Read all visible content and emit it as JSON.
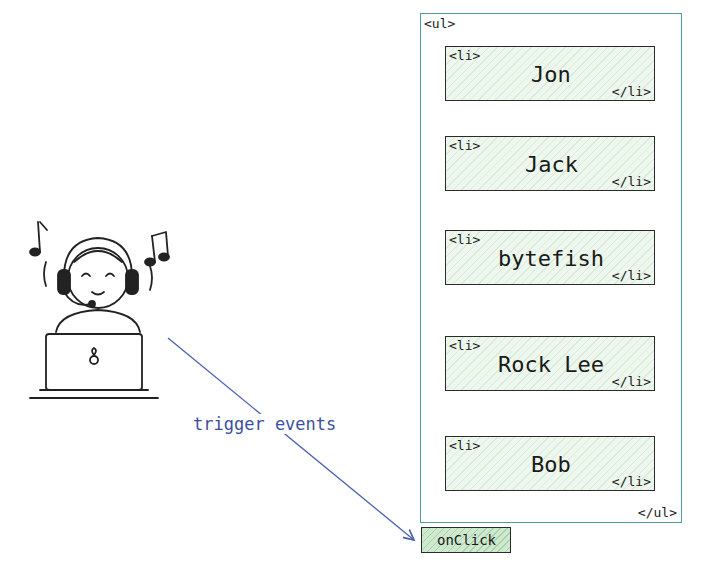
{
  "diagram": {
    "nodes": [
      {
        "text": [
          "<ul>",
          "</ul>"
        ]
      },
      {
        "text": [
          "<li>",
          "Jon",
          "</li>"
        ],
        "in": 0
      },
      {
        "text": [
          "<li>",
          "Jack",
          "</li>"
        ],
        "in": 0
      },
      {
        "text": [
          "<li>",
          "bytefish",
          "</li>"
        ],
        "in": 0
      },
      {
        "text": [
          "<li>",
          "Rock Lee",
          "</li>"
        ],
        "in": 0
      },
      {
        "text": [
          "<li>",
          "Bob",
          "</li>"
        ],
        "in": 0
      },
      {
        "text": [
          "onClick"
        ]
      }
    ],
    "labels": [
      "trigger events"
    ]
  }
}
